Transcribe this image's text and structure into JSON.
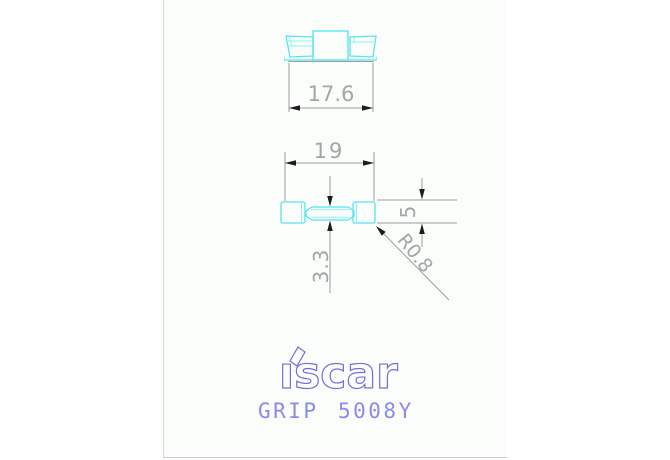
{
  "window": {
    "background": "#ffffff"
  },
  "page": {
    "background": "#fbfdfb",
    "border_left_color": "#d8d8d8",
    "border_bottom_color": "#cccccc"
  },
  "drawing": {
    "geometry_color": "#55e5ee",
    "dimension_line_color": "#9c9c9c",
    "dimension_text_color": "#a2a6a4",
    "arrow_color": "#1c1c1c",
    "dimensions": {
      "front_width": "17.6",
      "overall_length": "19",
      "insert_height": "5",
      "slot_width": "3.3",
      "corner_radius": "R0.8"
    }
  },
  "branding": {
    "logo_text": "iscar",
    "logo_text_display": "ıscar",
    "logo_color": "#7070d8",
    "product_label": "GRIP 5008Y",
    "product_label_parts": [
      "GRIP",
      "5008Y"
    ],
    "product_label_color": "#8a8ae8"
  }
}
